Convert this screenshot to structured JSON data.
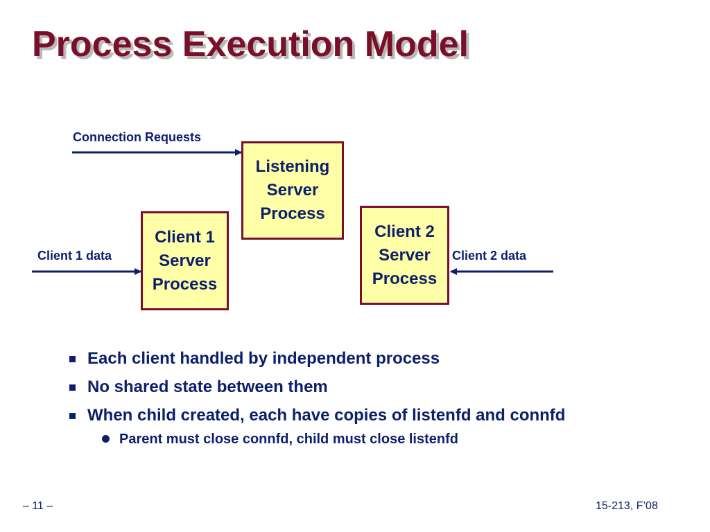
{
  "title": "Process Execution Model",
  "diagram": {
    "connection_label": "Connection Requests",
    "client1_label": "Client 1 data",
    "client2_label": "Client 2 data",
    "listening_box": "Listening\nServer\nProcess",
    "client1_box": "Client 1\nServer\nProcess",
    "client2_box": "Client 2\nServer\nProcess"
  },
  "bullets": [
    "Each client handled by independent process",
    "No shared state between them",
    "When child created, each have copies of listenfd and connfd"
  ],
  "sub_bullets": [
    "Parent must close connfd, child must close listenfd"
  ],
  "footer": {
    "page_number": "– 11 –",
    "course": "15-213, F’08"
  },
  "colors": {
    "title": "#7a0f2a",
    "text": "#0b1f6b",
    "box_fill": "#ffffa8",
    "box_border": "#7a0f2a"
  }
}
